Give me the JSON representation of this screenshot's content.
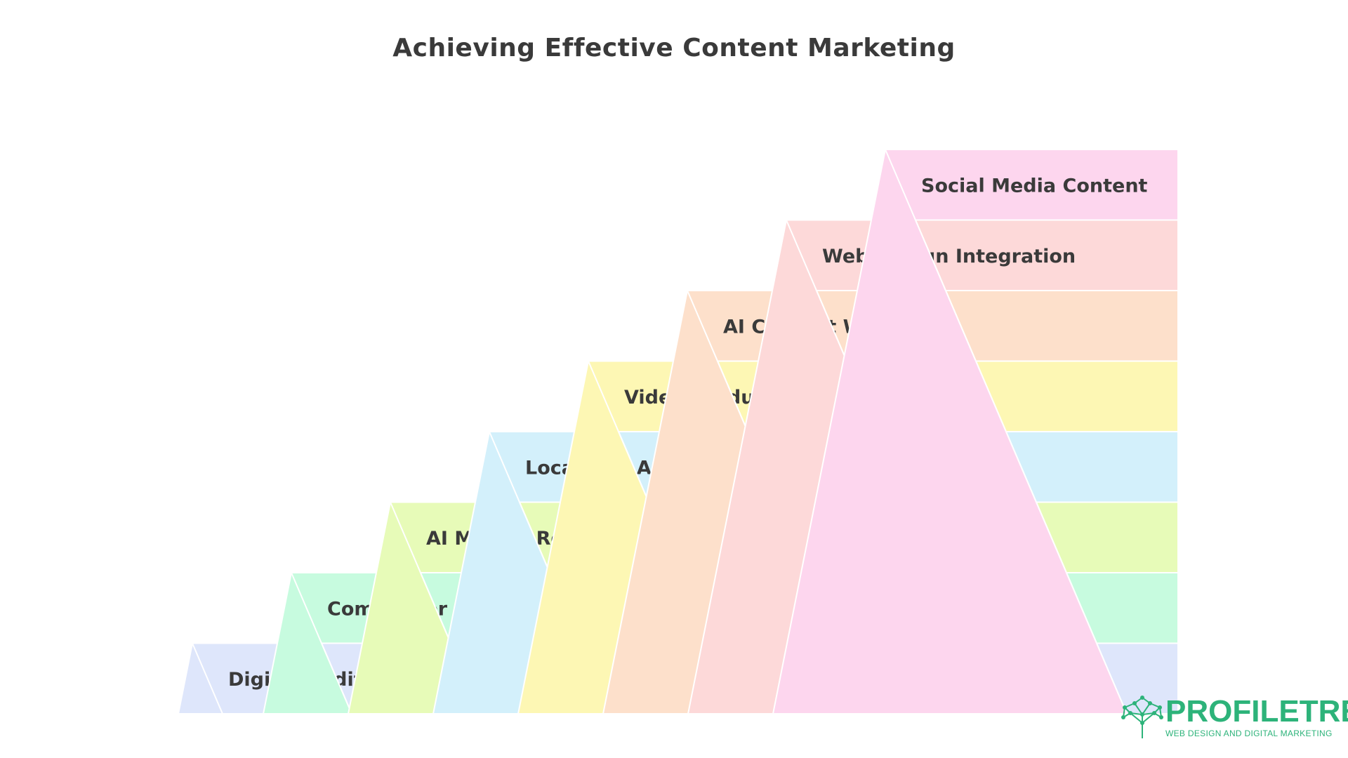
{
  "title": "Achieving Effective Content Marketing",
  "tiers": [
    {
      "label": "Social Media Content",
      "color": "#fdd6ee"
    },
    {
      "label": "Web Design Integration",
      "color": "#fdd9d9"
    },
    {
      "label": "AI Content Writing",
      "color": "#fde0cb"
    },
    {
      "label": "Video Production",
      "color": "#fdf7b4"
    },
    {
      "label": "Local SEO Assessment",
      "color": "#d3f0fb"
    },
    {
      "label": "AI Market Research",
      "color": "#e7fbb8"
    },
    {
      "label": "Competitor Analysis",
      "color": "#c7fbdf"
    },
    {
      "label": "Digital Audit",
      "color": "#dee6fb"
    }
  ],
  "logo": {
    "word_a": "PROFILE",
    "word_b": "TREE",
    "tagline": "WEB DESIGN AND DIGITAL MARKETING",
    "color": "#2db37a"
  }
}
